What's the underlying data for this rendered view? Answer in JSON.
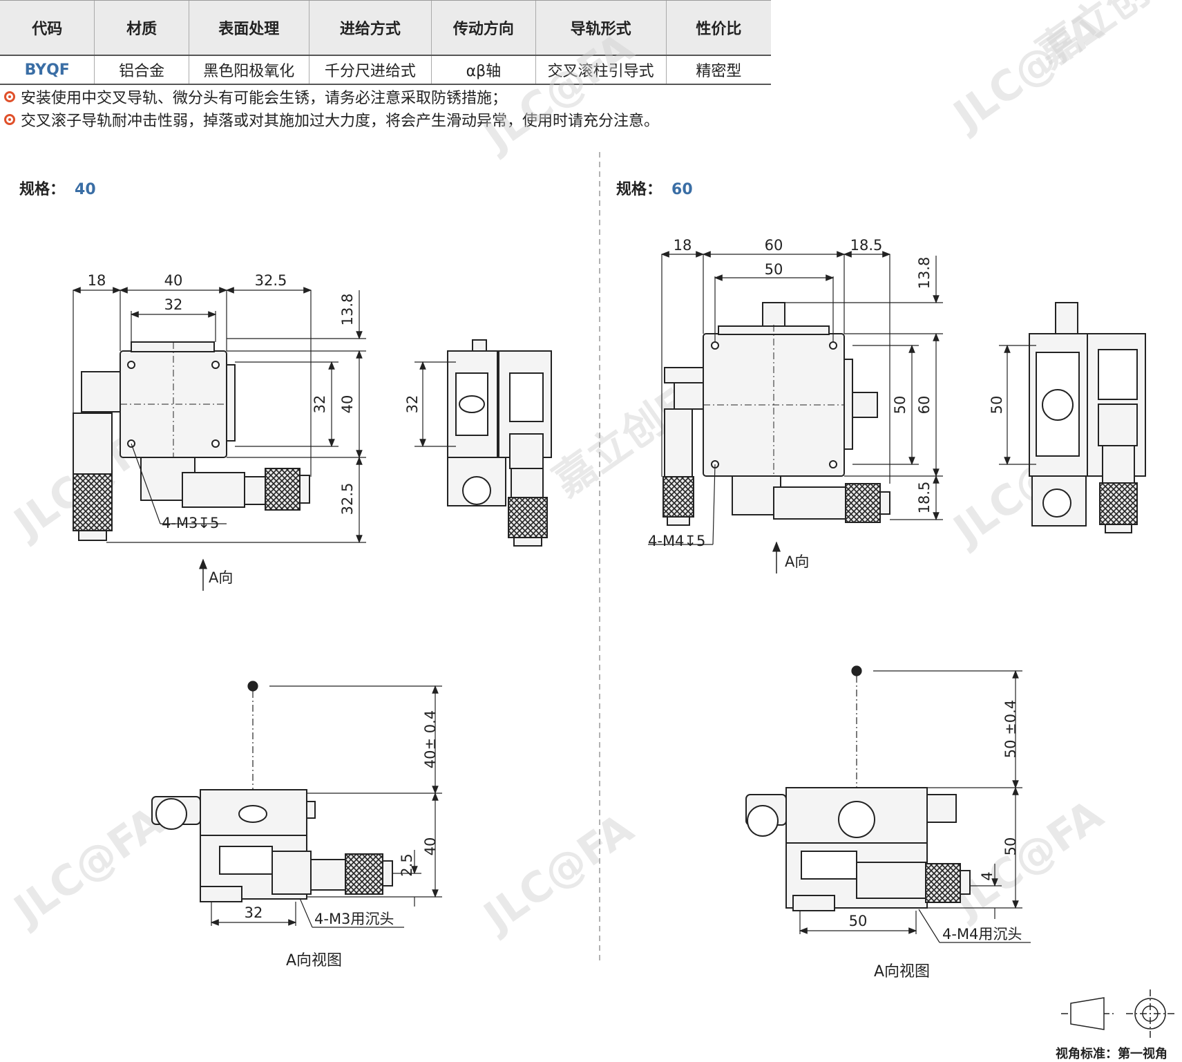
{
  "table": {
    "headers": [
      "代码",
      "材质",
      "表面处理",
      "进给方式",
      "传动方向",
      "导轨形式",
      "性价比"
    ],
    "row": [
      "BYQF",
      "铝合金",
      "黑色阳极氧化",
      "千分尺进给式",
      "αβ轴",
      "交叉滚柱引导式",
      "精密型"
    ]
  },
  "notes": [
    "安装使用中交叉导轨、微分头有可能会生锈，请务必注意采取防锈措施；",
    "交叉滚子导轨耐冲击性弱，掉落或对其施加过大力度，将会产生滑动异常，使用时请充分注意。"
  ],
  "spec40": {
    "label": "规格：",
    "value": "40",
    "dims": {
      "top_left": "18",
      "top_mid": "40",
      "top_right": "32.5",
      "inner_top": "32",
      "right_top": "13.8",
      "right_mid": "40",
      "inner_right": "32",
      "right_bottom": "32.5",
      "thread": "4-M3↧5",
      "side_32": "32",
      "radius": "40± 0.4",
      "height": "40",
      "small": "2.5",
      "bottom_32": "32",
      "counterbore": "4-M3用沉头"
    },
    "arrow_label": "A向",
    "view_caption": "A向视图"
  },
  "spec60": {
    "label": "规格：",
    "value": "60",
    "dims": {
      "top_left": "18",
      "top_mid": "60",
      "top_right": "18.5",
      "inner_top": "50",
      "right_top": "13.8",
      "inner_right": "50",
      "right_mid": "60",
      "right_bottom": "18.5",
      "thread": "4-M4↧5",
      "side_50": "50",
      "radius": "50 ±0.4",
      "height": "50",
      "small": "4",
      "bottom_50": "50",
      "counterbore": "4-M4用沉头"
    },
    "arrow_label": "A向",
    "view_caption": "A向视图"
  },
  "watermark": "JLC@FA 嘉立创FA WWW.JLCFA.COM",
  "footer": "视角标准：第一视角"
}
